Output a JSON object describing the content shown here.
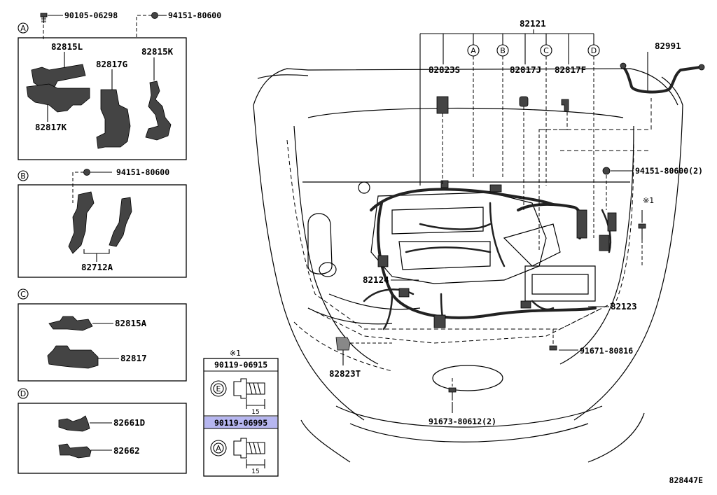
{
  "diagram": {
    "figure_code": "828447E",
    "section_letters": [
      "A",
      "B",
      "C",
      "D"
    ],
    "labels": {
      "p90105_06298": "90105-06298",
      "p94151_80600_top": "94151-80600",
      "p82815L": "82815L",
      "p82815K": "82815K",
      "p82817G": "82817G",
      "p82817K": "82817K",
      "p94151_80600_b": "94151-80600",
      "p82712A": "82712A",
      "p82815A": "82815A",
      "p82817": "82817",
      "p82661D": "82661D",
      "p82662": "82662",
      "p82121": "82121",
      "p82991": "82991",
      "p82823S": "82823S",
      "p82817J": "82817J",
      "p82817F": "82817F",
      "p94151_80600_2": "94151-80600(2)",
      "p82124": "82124",
      "p82123": "82123",
      "p91671_80816": "91671-80816",
      "p82823T": "82823T",
      "p91673_80612_2": "91673-80612(2)"
    },
    "note_mark": "※1",
    "bolt_table": {
      "mark": "※1",
      "row1_part": "90119-06915",
      "row1_symbol": "E",
      "row1_dim": "15",
      "row2_part": "90119-06995",
      "row2_symbol": "A",
      "row2_dim": "15",
      "highlight_color": "#b6b6f0"
    }
  }
}
